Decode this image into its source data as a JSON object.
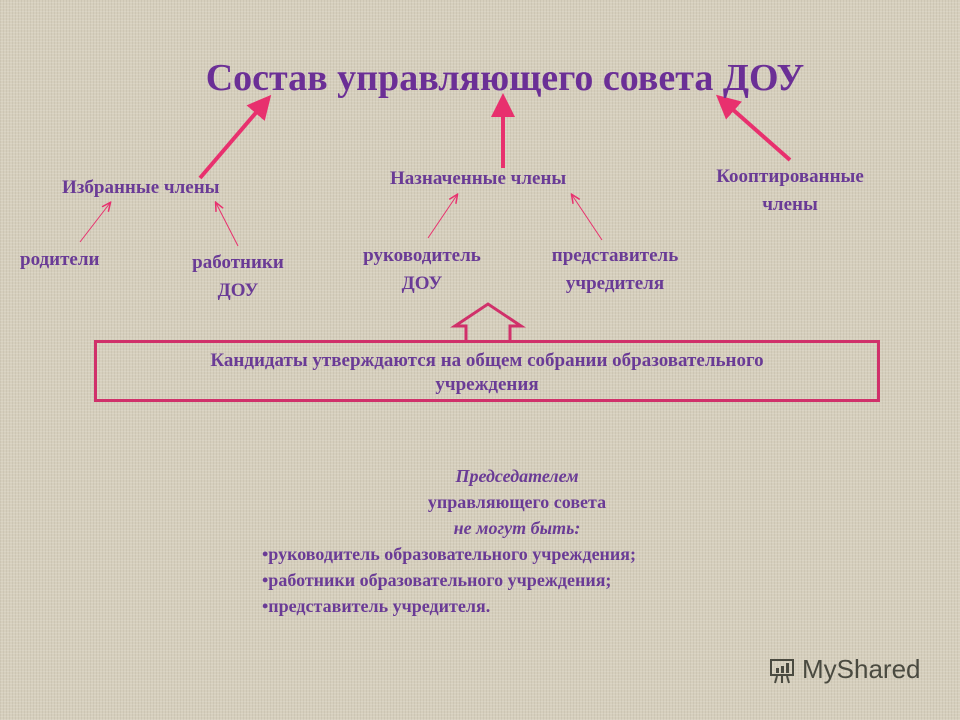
{
  "title": "Состав управляющего совета ДОУ",
  "groups": {
    "elected": "Избранные члены",
    "appointed": "Назначенные члены",
    "coopted_1": "Кооптированные",
    "coopted_2": "члены"
  },
  "members": {
    "parents": "родители",
    "workers_1": "работники",
    "workers_2": "ДОУ",
    "head_1": "руководитель",
    "head_2": "ДОУ",
    "rep_1": "представитель",
    "rep_2": "учредителя"
  },
  "box": {
    "line1": "Кандидаты утверждаются на общем собрании образовательного",
    "line2": "учреждения"
  },
  "note": {
    "l1": "Председателем",
    "l2": "управляющего совета",
    "l3": "не могут быть:",
    "items": [
      "•руководитель образовательного учреждения;",
      "•работники образовательного учреждения;",
      "•представитель учредителя."
    ]
  },
  "logo": "MyShared",
  "colors": {
    "arrow": "#e8306e",
    "text": "#6a3b96"
  }
}
